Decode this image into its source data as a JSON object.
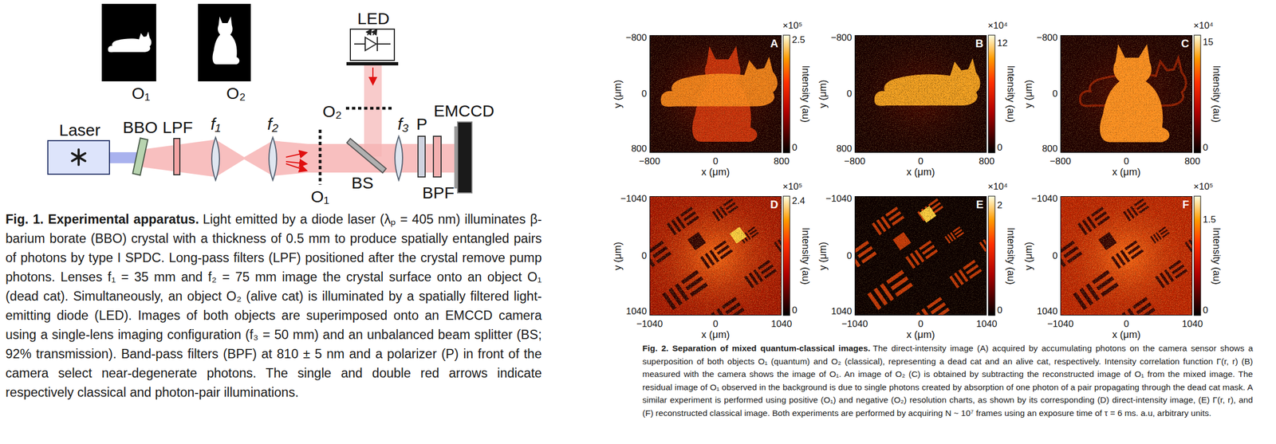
{
  "diagram": {
    "nodes": [
      {
        "text": [
          "O₁"
        ]
      },
      {
        "text": [
          "O₂"
        ]
      },
      {
        "text": [
          "Laser"
        ]
      },
      {
        "text": [
          "LED"
        ]
      },
      {
        "text": [
          "EMCCD"
        ]
      },
      {
        "text": [
          "A"
        ]
      },
      {
        "text": [
          "B"
        ]
      },
      {
        "text": [
          "C"
        ]
      },
      {
        "text": [
          "D"
        ]
      },
      {
        "text": [
          "E"
        ]
      },
      {
        "text": [
          "F"
        ]
      }
    ],
    "labels": [
      "BBO",
      "LPF",
      "f₁",
      "f₂",
      "O₂",
      "f₃",
      "P",
      "O₁",
      "BS",
      "BPF",
      "Fig. 1. Experimental apparatus.",
      "Light emitted by a diode laser (λₚ = 405 nm) illuminates β-barium borate (BBO) crystal with a thickness of 0.5 mm to produce spatially entangled pairs of photons by type I SPDC. Long-pass filters (LPF) positioned after the crystal remove pump photons. Lenses f₁ = 35 mm and f₂ = 75 mm image the crystal surface onto an object O₁ (dead cat). Simultaneously, an object O₂ (alive cat) is illuminated by a spatially filtered light-emitting diode (LED). Images of both objects are superimposed onto an EMCCD camera using a single-lens imaging configuration (f₃ = 50 mm) and an unbalanced beam splitter (BS; 92% transmission). Band-pass filters (BPF) at 810 ± 5 nm and a polarizer (P) in front of the camera select near-degenerate photons. The single and double red arrows indicate respectively classical and photon-pair illuminations.",
      "×10⁵",
      "2.5",
      "0",
      "Intensity (au)",
      "−800",
      "0",
      "800",
      "y (μm)",
      "−800",
      "0",
      "800",
      "x (μm)",
      "×10⁴",
      "12",
      "0",
      "Intensity (au)",
      "−800",
      "0",
      "800",
      "y (μm)",
      "−800",
      "0",
      "800",
      "x (μm)",
      "×10⁴",
      "15",
      "0",
      "Intensity (au)",
      "−800",
      "0",
      "800",
      "y (μm)",
      "−800",
      "0",
      "800",
      "x (μm)",
      "×10⁵",
      "2.4",
      "0",
      "Intensity (au)",
      "−1040",
      "0",
      "1040",
      "y (μm)",
      "−1040",
      "0",
      "1040",
      "x (μm)",
      "×10⁴",
      "2",
      "0",
      "Intensity (au)",
      "−1040",
      "0",
      "1040",
      "y (μm)",
      "−1040",
      "0",
      "1040",
      "x (μm)",
      "×10⁵",
      "1.5",
      "0",
      "Intensity (au)",
      "−1040",
      "0",
      "1040",
      "y (μm)",
      "−1040",
      "0",
      "1040",
      "x (μm)",
      "Fig. 2. Separation of mixed quantum-classical images.",
      "The direct-intensity image (A) acquired by accumulating photons on the camera sensor shows a superposition of both objects O₁ (quantum) and O₂ (classical), representing a dead cat and an alive cat, respectively. Intensity correlation function Γ(r, r) (B) measured with the camera shows the image of O₁. An image of O₂ (C) is obtained by subtracting the reconstructed image of O₁ from the mixed image. The residual image of O₁ observed in the background is due to single photons created by absorption of one photon of a pair propagating through the dead cat mask. A similar experiment is performed using positive (O₁) and negative (O₂) resolution charts, as shown by its corresponding (D) direct-intensity image, (E) Γ(r, r), and (F) reconstructed classical image. Both experiments are performed by acquiring N ~ 10⁷ frames using an exposure time of τ = 6 ms. a.u, arbitrary units."
    ]
  }
}
